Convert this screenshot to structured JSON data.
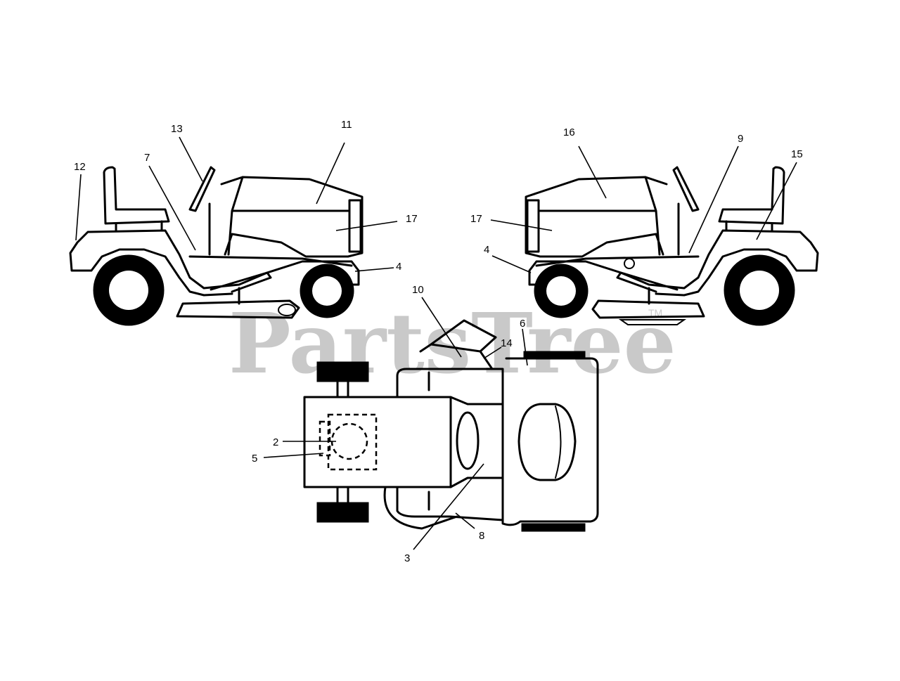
{
  "watermark": {
    "text": "PartsTree",
    "trademark": "TM",
    "color": "#c9c9c9"
  },
  "callouts": [
    {
      "id": "c13a",
      "label": "13"
    },
    {
      "id": "c11a",
      "label": "11"
    },
    {
      "id": "c12a",
      "label": "12"
    },
    {
      "id": "c7a",
      "label": "7"
    },
    {
      "id": "c17a",
      "label": "17"
    },
    {
      "id": "c4a",
      "label": "4"
    },
    {
      "id": "c16b",
      "label": "16"
    },
    {
      "id": "c9b",
      "label": "9"
    },
    {
      "id": "c15b",
      "label": "15"
    },
    {
      "id": "c17b",
      "label": "17"
    },
    {
      "id": "c4b",
      "label": "4"
    },
    {
      "id": "c10",
      "label": "10"
    },
    {
      "id": "c14",
      "label": "14"
    },
    {
      "id": "c6",
      "label": "6"
    },
    {
      "id": "c2",
      "label": "2"
    },
    {
      "id": "c5",
      "label": "5"
    },
    {
      "id": "c8",
      "label": "8"
    },
    {
      "id": "c3",
      "label": "3"
    }
  ]
}
